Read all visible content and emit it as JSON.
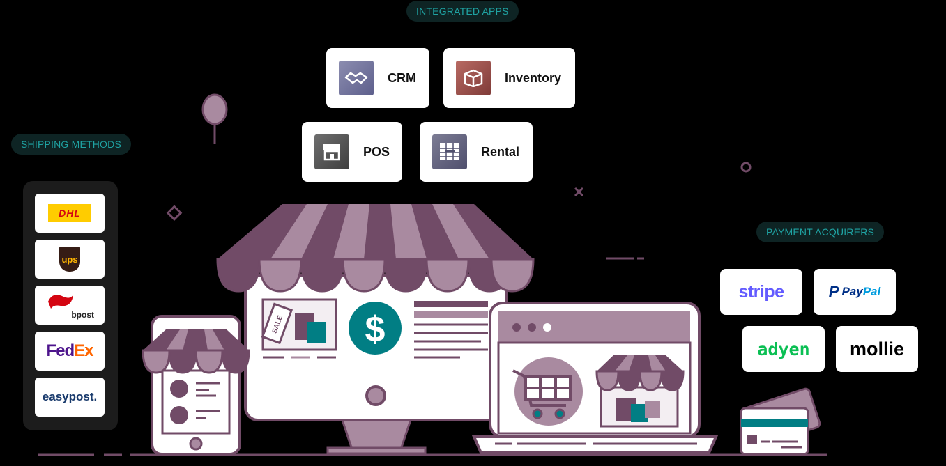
{
  "sections": {
    "integrated_apps": "INTEGRATED APPS",
    "shipping_methods": "SHIPPING METHODS",
    "payment_acquirers": "PAYMENT ACQUIRERS"
  },
  "apps": [
    {
      "label": "CRM",
      "icon": "handshake-icon"
    },
    {
      "label": "Inventory",
      "icon": "box-icon"
    },
    {
      "label": "POS",
      "icon": "store-icon"
    },
    {
      "label": "Rental",
      "icon": "calendar-grid-icon"
    }
  ],
  "shipping": [
    {
      "name": "DHL",
      "logo_text": "DHL"
    },
    {
      "name": "UPS",
      "logo_text": "ups"
    },
    {
      "name": "bpost",
      "logo_text": "bpost"
    },
    {
      "name": "FedEx",
      "logo_text_1": "Fed",
      "logo_text_2": "Ex"
    },
    {
      "name": "easypost",
      "logo_text": "easypost."
    }
  ],
  "payments": [
    {
      "name": "stripe",
      "logo_text": "stripe"
    },
    {
      "name": "PayPal",
      "logo_text_1": "Pay",
      "logo_text_2": "Pal"
    },
    {
      "name": "adyen",
      "logo_text": "adyen"
    },
    {
      "name": "mollie",
      "logo_text": "mollie"
    }
  ],
  "illustration": {
    "sale_tag": "SALE",
    "price_symbol": "$"
  },
  "colors": {
    "accent": "#1fa3a3",
    "plum": "#714b67",
    "plum_light": "#a98aa0",
    "teal": "#017e84"
  }
}
